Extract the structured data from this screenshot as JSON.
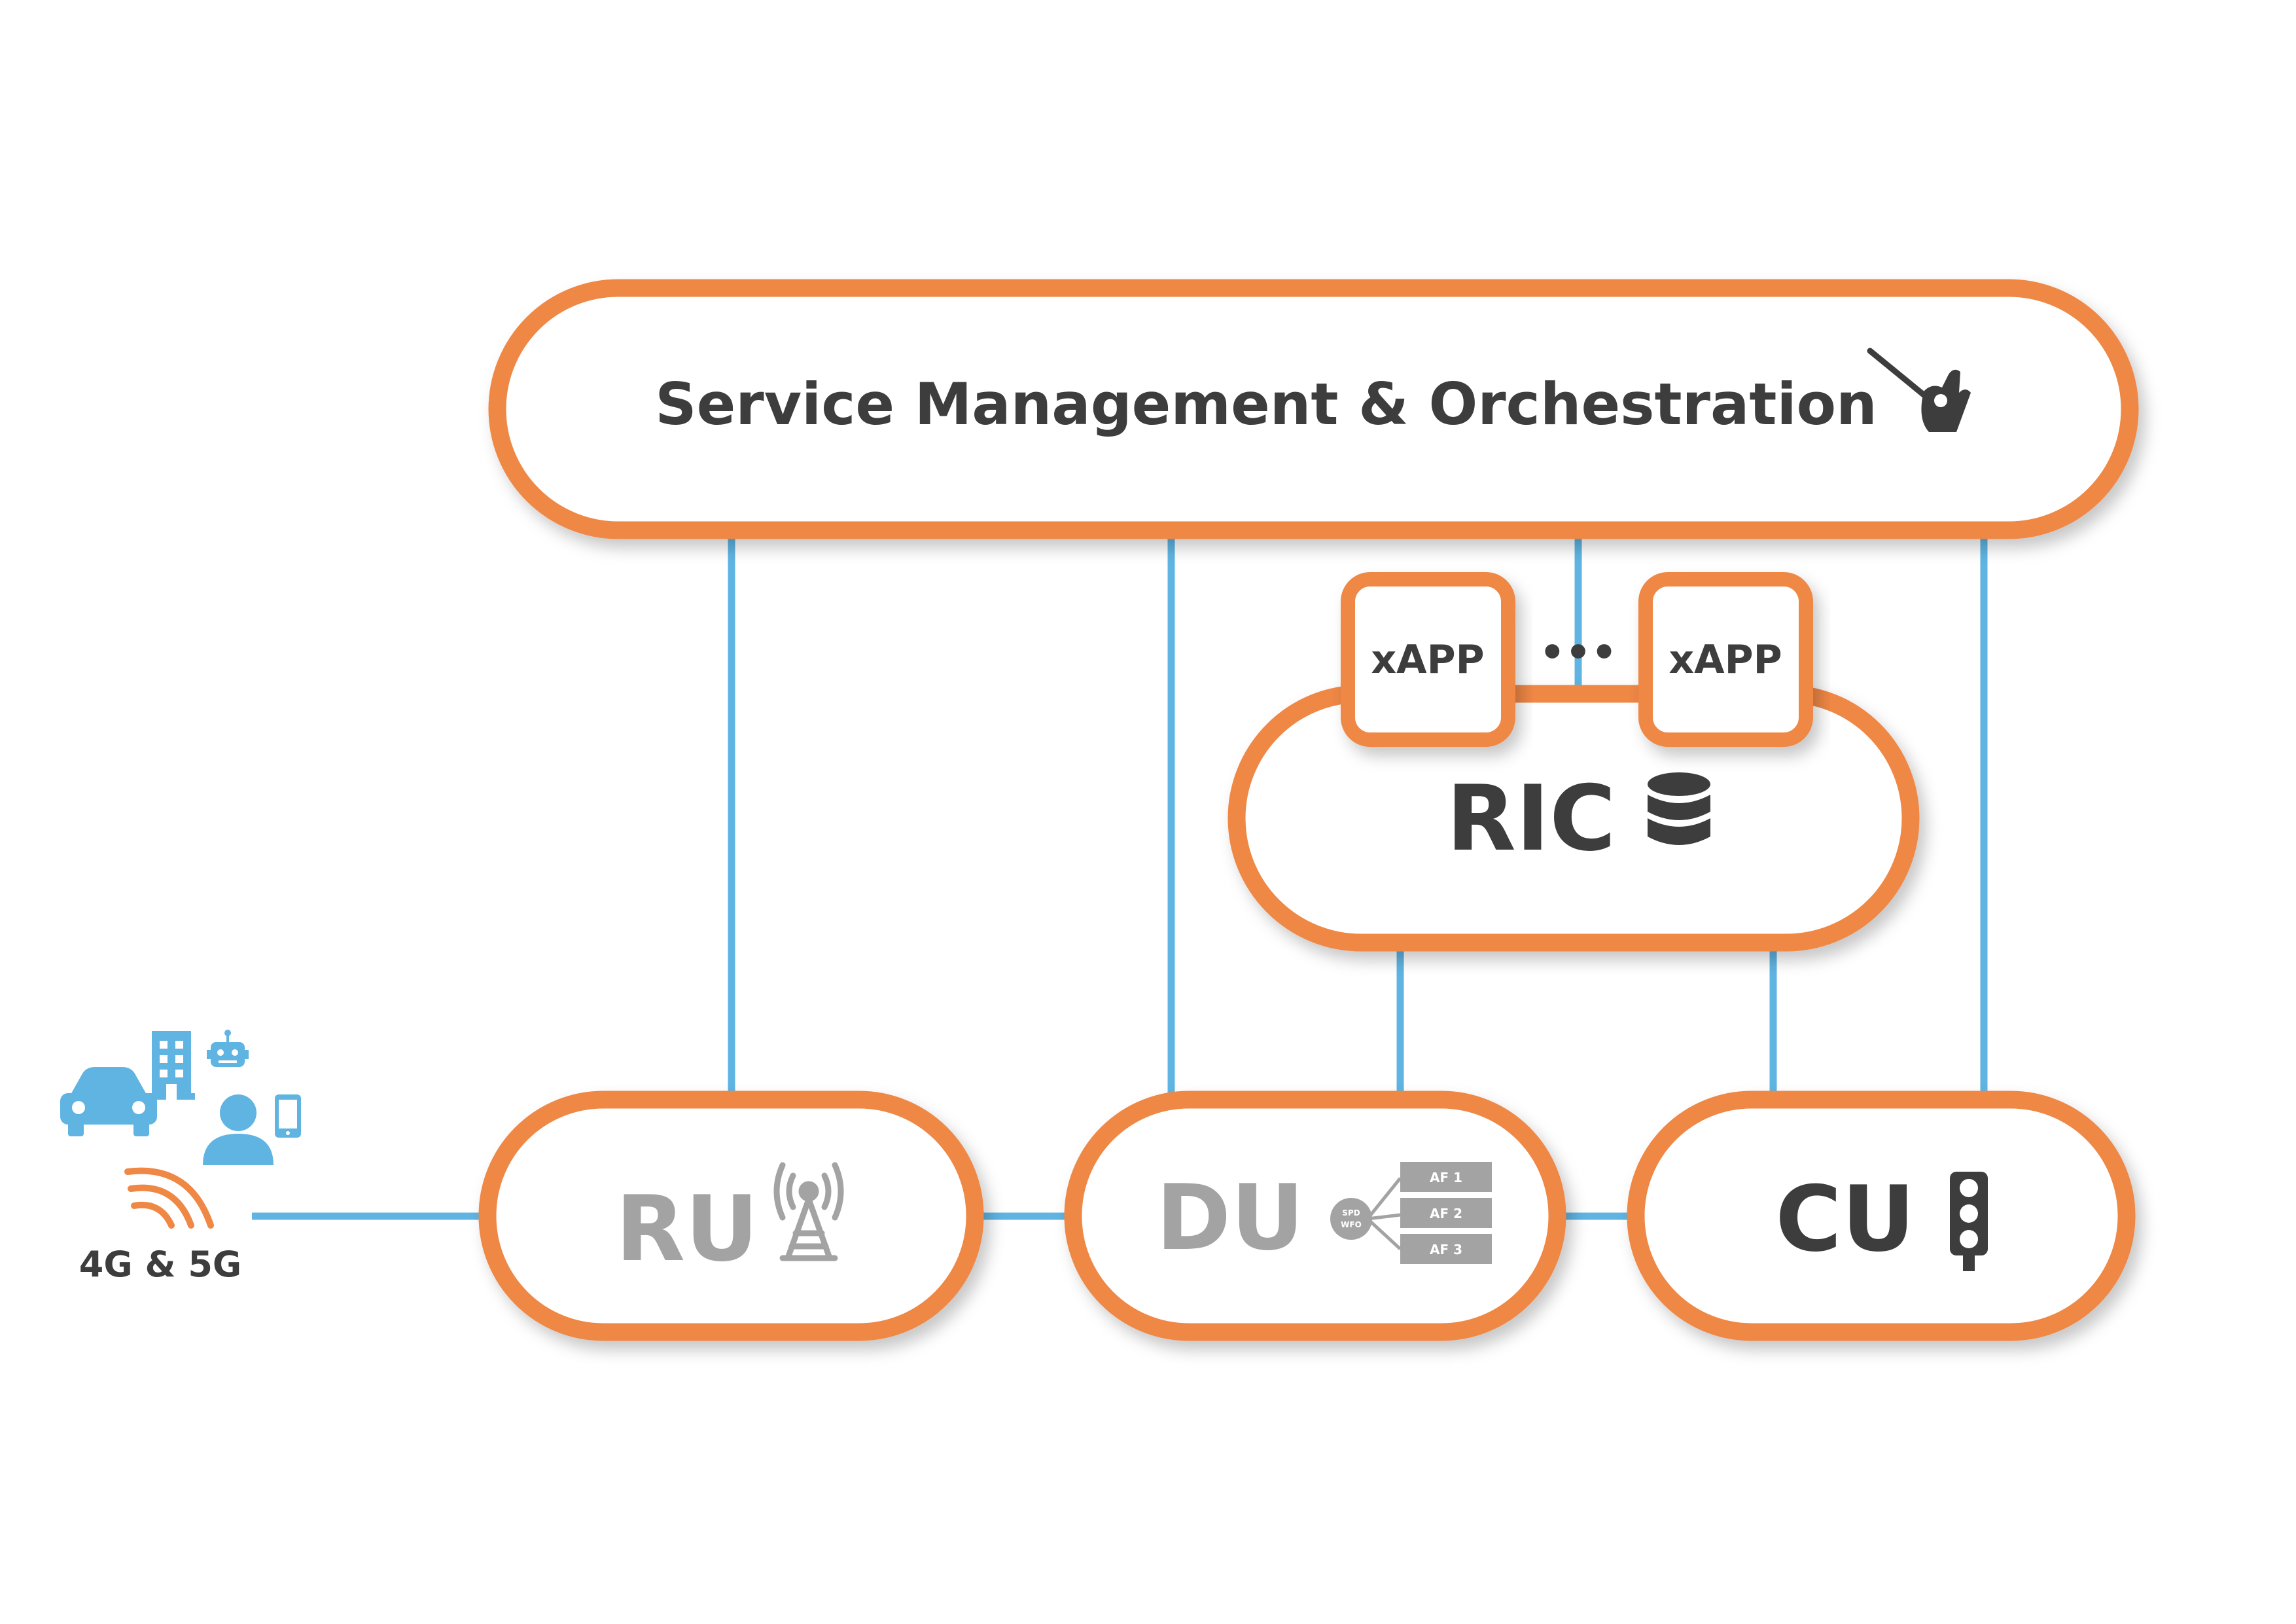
{
  "colors": {
    "orange": "#ef8745",
    "blue": "#5fb4e2",
    "dark_text": "#3d3d3d",
    "grey_text": "#a3a3a3",
    "icon_blue": "#5fb4e2"
  },
  "smo": {
    "label": "Service Management & Orchestration",
    "icon": "conductor-hand-icon"
  },
  "ric": {
    "label": "RIC",
    "icon": "database-icon"
  },
  "xapps": [
    {
      "label": "xAPP"
    },
    {
      "label": "xAPP"
    }
  ],
  "xapp_ellipsis": "•••",
  "ru": {
    "label": "RU",
    "icon": "cell-tower-icon"
  },
  "du": {
    "label": "DU",
    "icon": "function-stack-icon",
    "node_label_1": "SPD",
    "node_label_2": "WFO",
    "functions": [
      "AF 1",
      "AF 2",
      "AF 3"
    ]
  },
  "cu": {
    "label": "CU",
    "icon": "traffic-light-icon"
  },
  "devices": {
    "icons": [
      "car-icon",
      "building-icon",
      "robot-icon",
      "person-icon",
      "phone-icon",
      "wireless-signal-icon"
    ],
    "label": "4G & 5G"
  }
}
